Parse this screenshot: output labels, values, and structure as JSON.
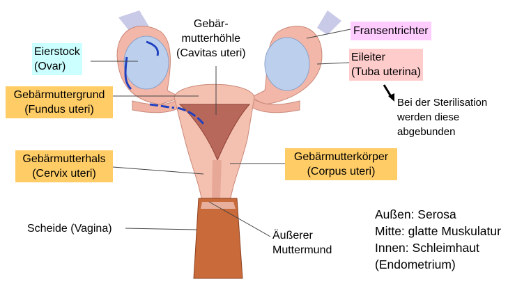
{
  "labels": {
    "cavity": [
      "Gebär-",
      "mutterhöhle",
      "(Cavitas uteri)"
    ],
    "ovary": [
      "Eierstock",
      "(Ovar)"
    ],
    "fimbria": "Fransentrichter",
    "tube": [
      "Eileiter",
      "(Tuba uterina)"
    ],
    "sterilisation": [
      "Bei der Sterilisation",
      "werden diese",
      "abgebunden"
    ],
    "fundus": [
      "Gebärmuttergrund",
      "(Fundus uteri)"
    ],
    "cervix": [
      "Gebärmutterhals",
      "(Cervix uteri)"
    ],
    "corpus": [
      "Gebärmutterkörper",
      "(Corpus uteri)"
    ],
    "vagina": "Scheide (Vagina)",
    "os": [
      "Äußerer",
      "Muttermund"
    ],
    "layers": [
      "Außen: Serosa",
      "Mitte: glatte Muskulatur",
      "Innen: Schleimhaut",
      "(Endometrium)"
    ]
  },
  "colors": {
    "ovary_box": "#ccffff",
    "fimbria_box": "#ffccff",
    "tube_box": "#ffcccc",
    "uterus_box": "#ffcc66"
  }
}
